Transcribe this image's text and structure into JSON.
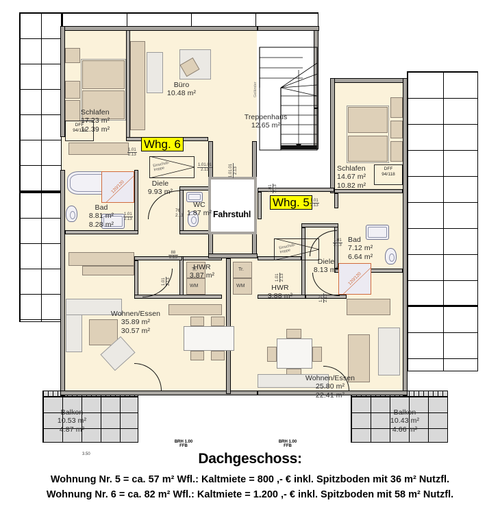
{
  "document": {
    "title": "Dachgeschoss:",
    "captions": [
      "Wohnung Nr. 5 = ca. 57 m² Wfl.: Kaltmiete = 800 ,- € inkl. Spitzboden mit 36 m² Nutzfl.",
      "Wohnung Nr. 6 = ca. 82 m² Wfl.: Kaltmiete = 1.200 ,- € inkl. Spitzboden mit 58 m² Nutzfl."
    ]
  },
  "apartment_tags": [
    {
      "id": "whg6",
      "label": "Whg. 6",
      "color": "#ffff00"
    },
    {
      "id": "whg5",
      "label": "Whg. 5",
      "color": "#ffff00"
    }
  ],
  "rooms": [
    {
      "id": "schlafen-w6",
      "name": "Schlafen",
      "area_gross": "17.23 m²",
      "area_net": "12.39 m²"
    },
    {
      "id": "buero-w6",
      "name": "Büro",
      "area_gross": "10.48 m²",
      "area_net": ""
    },
    {
      "id": "treppenhaus",
      "name": "Treppenhaus",
      "area_gross": "12.65 m²",
      "area_net": ""
    },
    {
      "id": "bad-w6",
      "name": "Bad",
      "area_gross": "8.81 m²",
      "area_net": "8.28 m²"
    },
    {
      "id": "diele-w6",
      "name": "Diele",
      "area_gross": "9.93 m²",
      "area_net": ""
    },
    {
      "id": "wc-w6",
      "name": "WC",
      "area_gross": "1.87 m²",
      "area_net": ""
    },
    {
      "id": "hwr-w6",
      "name": "HWR",
      "area_gross": "3.87 m²",
      "area_net": ""
    },
    {
      "id": "wohnen-w6",
      "name": "Wohnen/Essen",
      "area_gross": "35.89 m²",
      "area_net": "30.57 m²"
    },
    {
      "id": "balkon-w6",
      "name": "Balkon",
      "area_gross": "10.53 m²",
      "area_net": "4.87 m²"
    },
    {
      "id": "schlafen-w5",
      "name": "Schlafen",
      "area_gross": "14.67 m²",
      "area_net": "10.82 m²"
    },
    {
      "id": "bad-w5",
      "name": "Bad",
      "area_gross": "7.12 m²",
      "area_net": "6.64 m²"
    },
    {
      "id": "diele-w5",
      "name": "Diele",
      "area_gross": "8.13 m²",
      "area_net": ""
    },
    {
      "id": "hwr-w5",
      "name": "HWR",
      "area_gross": "3.88 m²",
      "area_net": ""
    },
    {
      "id": "wohnen-w5",
      "name": "Wohnen/Essen",
      "area_gross": "25.80 m²",
      "area_net": "22.41 m²"
    },
    {
      "id": "balkon-w5",
      "name": "Balkon",
      "area_gross": "10.43 m²",
      "area_net": "4.66 m²"
    }
  ],
  "elevator": {
    "label": "Fahrstuhl"
  },
  "skylights": [
    {
      "id": "dff-w6",
      "label": "DFF",
      "size": "94/118"
    },
    {
      "id": "dff-w5",
      "label": "DFF",
      "size": "94/118"
    }
  ],
  "showers": [
    {
      "id": "shower-w6",
      "size": "120/120"
    },
    {
      "id": "shower-w5",
      "size": "120/120"
    }
  ],
  "annotations": {
    "gelaender": "Geländer",
    "einschubtreppe_w6": "Einschub-\ntreppe",
    "einschubtreppe_w5": "Einschub-\ntreppe",
    "dryer": "Tr.",
    "washer": "WM",
    "balcony_dim": "3.50",
    "brh_label": "BRH 1.00",
    "ffb_label": "FFB"
  },
  "door_dims": [
    {
      "id": "d1",
      "width": "1.01",
      "height": "2.13"
    },
    {
      "id": "d2",
      "width": "1.01",
      "height": "2.13"
    },
    {
      "id": "d3",
      "width": "1.01.01",
      "height": "2.13"
    },
    {
      "id": "d4",
      "width": "1.01",
      "height": "2.13"
    },
    {
      "id": "d5",
      "width": "88",
      "height": "2.13"
    },
    {
      "id": "d6",
      "width": "1.01",
      "height": "2.13"
    },
    {
      "id": "d7",
      "width": "76",
      "height": "2.13"
    },
    {
      "id": "d8",
      "width": "1.01",
      "height": "2.13"
    },
    {
      "id": "d9",
      "width": "88",
      "height": "2.13"
    },
    {
      "id": "d10",
      "width": "1.01",
      "height": "2.13"
    },
    {
      "id": "d11",
      "width": "1.01",
      "height": "2.13"
    },
    {
      "id": "d12",
      "width": "1.01",
      "height": "2.13"
    },
    {
      "id": "d13",
      "width": "1.01",
      "height": "2.13"
    },
    {
      "id": "d14",
      "width": "1.01",
      "height": "2.13"
    }
  ],
  "colors": {
    "floor": "#fbf2da",
    "wall": "#a8a5a0",
    "furniture": "#ded0b8",
    "highlight": "#ffff00",
    "balcony": "#d9d9d9",
    "shower_outline": "#d06a3c"
  }
}
